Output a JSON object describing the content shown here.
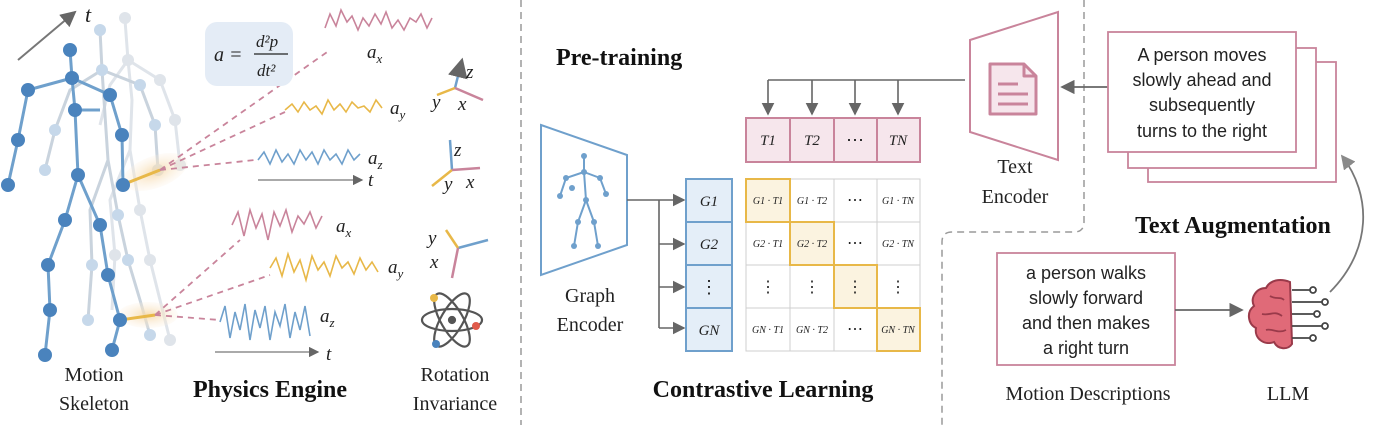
{
  "colors": {
    "blue": "#6fa0cc",
    "blue_dark": "#4a83bd",
    "pink": "#c9849b",
    "pink_dark": "#b35d7b",
    "yellow": "#e8b848",
    "gray": "#8a8a8a",
    "dash": "#9a9a9a"
  },
  "physics": {
    "time_label": "t",
    "equation": {
      "lhs": "a =",
      "num": "d²p",
      "den": "dt²"
    },
    "upper_signals": {
      "ax": "a",
      "ay": "a",
      "az": "a",
      "sub_x": "x",
      "sub_y": "y",
      "sub_z": "z",
      "axis_t": "t"
    },
    "lower_signals": {
      "ax": "a",
      "ay": "a",
      "az": "a",
      "sub_x": "x",
      "sub_y": "y",
      "sub_z": "z",
      "axis_t": "t"
    },
    "skeleton_label_1": "Motion",
    "skeleton_label_2": "Skeleton",
    "engine_title": "Physics Engine",
    "rotation_label_1": "Rotation",
    "rotation_label_2": "Invariance",
    "frame1": {
      "z": "z",
      "y": "y",
      "x": "x"
    },
    "frame2": {
      "z": "z",
      "y": "y",
      "x": "x"
    },
    "frame3": {
      "y": "y",
      "x": "x"
    }
  },
  "pretraining": {
    "title": "Pre-training",
    "graph_encoder_1": "Graph",
    "graph_encoder_2": "Encoder",
    "text_encoder_1": "Text",
    "text_encoder_2": "Encoder",
    "g_labels": [
      "G1",
      "G2",
      "⋮",
      "GN"
    ],
    "t_labels": [
      "T1",
      "T2",
      "⋯",
      "TN"
    ],
    "matrix": [
      [
        "G1 · T1",
        "G1 · T2",
        "⋯",
        "G1 · TN"
      ],
      [
        "G2 · T1",
        "G2 · T2",
        "⋯",
        "G2 · TN"
      ],
      [
        "⋮",
        "⋮",
        "⋮",
        "⋮"
      ],
      [
        "GN · T1",
        "GN · T2",
        "⋯",
        "GN · TN"
      ]
    ],
    "contrastive_title": "Contrastive Learning"
  },
  "augmentation": {
    "augmented_text": [
      "A person moves",
      "slowly ahead and",
      "subsequently",
      "turns to the right"
    ],
    "title": "Text Augmentation",
    "description_text": [
      "a person walks",
      "slowly forward",
      "and then makes",
      "a right turn"
    ],
    "motion_descriptions_label": "Motion Descriptions",
    "llm_label": "LLM"
  }
}
